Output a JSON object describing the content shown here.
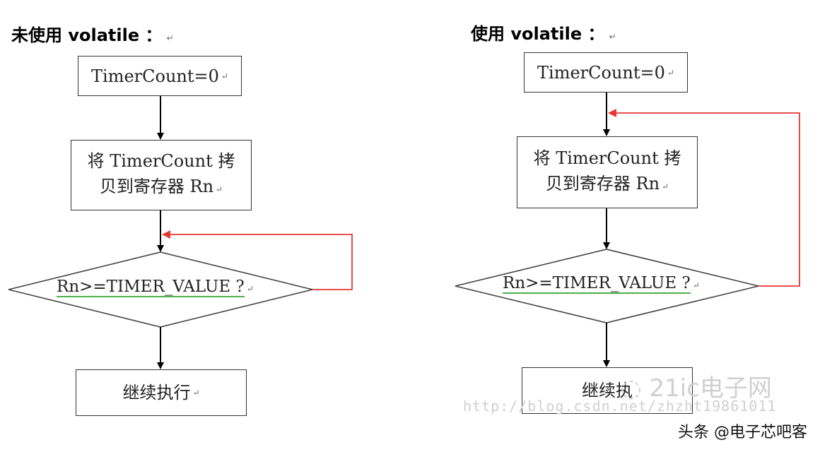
{
  "left": {
    "title": "未使用 volatile ：",
    "box_init": "TimerCount=0",
    "box_copy_line1": "将 TimerCount 拷",
    "box_copy_line2": "贝到寄存器 Rn",
    "decision": "Rn>=TIMER_VALUE ?",
    "box_continue": "继续执行"
  },
  "right": {
    "title": "使用 volatile ：",
    "box_init": "TimerCount=0",
    "box_copy_line1": "将 TimerCount 拷",
    "box_copy_line2": "贝到寄存器 Rn",
    "decision": "Rn>=TIMER_VALUE ?",
    "box_continue": "继续执"
  },
  "para_mark": "↵",
  "watermark": {
    "logo_text": "21ic电子网",
    "url": "http://blog.csdn.net/zhzht19861011"
  },
  "brand": "头条 @电子芯吧客",
  "colors": {
    "loop_arrow": "#e53935",
    "flow_arrow": "#000000",
    "underline": "#4caf50"
  }
}
